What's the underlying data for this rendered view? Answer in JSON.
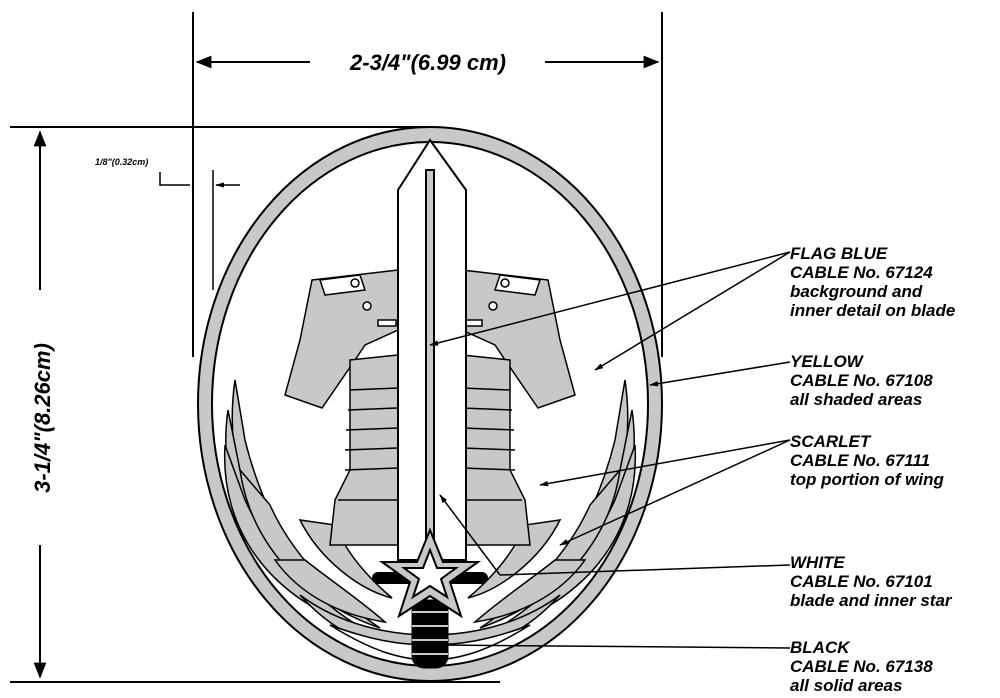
{
  "dimensions": {
    "width_label": "2-3/4\"(6.99 cm)",
    "height_label": "3-1/4\"(8.26cm)",
    "border_label": "1/8\"(0.32cm)"
  },
  "callouts": [
    {
      "color": "FLAG BLUE",
      "cable": "CABLE No. 67124",
      "desc1": "background and",
      "desc2": "inner detail on blade"
    },
    {
      "color": "YELLOW",
      "cable": "CABLE No. 67108",
      "desc1": "all shaded areas",
      "desc2": ""
    },
    {
      "color": "SCARLET",
      "cable": "CABLE No. 67111",
      "desc1": "top portion of wing",
      "desc2": ""
    },
    {
      "color": "WHITE",
      "cable": "CABLE No. 67101",
      "desc1": "blade and inner star",
      "desc2": ""
    },
    {
      "color": "BLACK",
      "cable": "CABLE No. 67138",
      "desc1": "all solid areas",
      "desc2": ""
    }
  ],
  "colors": {
    "shaded": "#c8c8c8",
    "line": "#000000"
  }
}
